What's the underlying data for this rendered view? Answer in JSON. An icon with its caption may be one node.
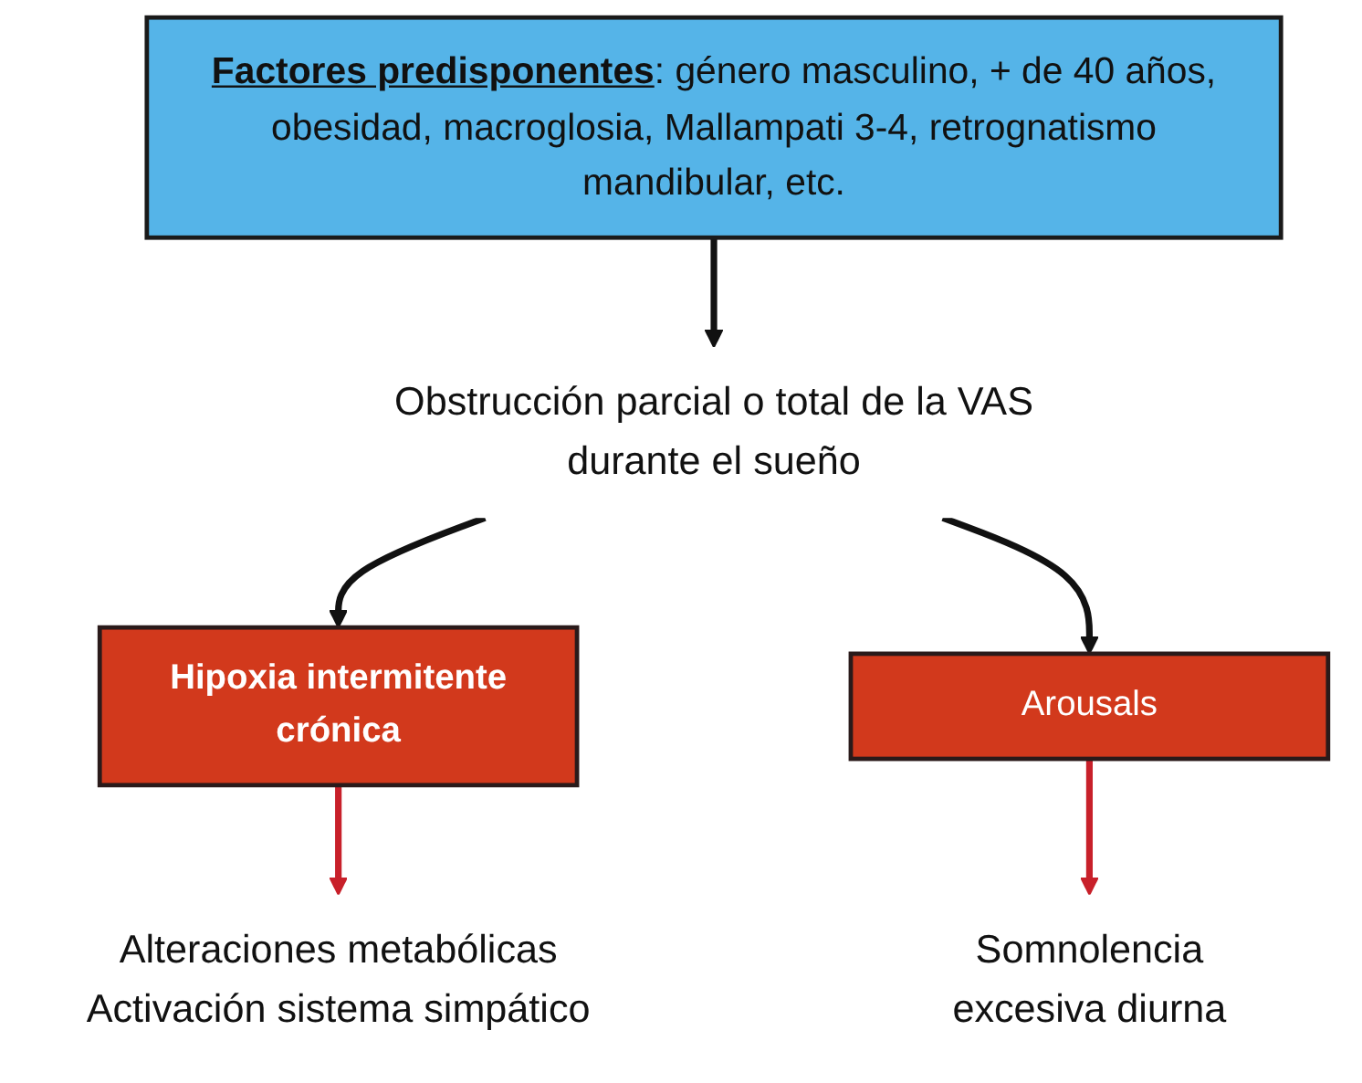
{
  "diagram": {
    "nodes": [
      {
        "text": [
          "**Factores predisponentes**: género masculino, + de 40 años, obesidad, macroglosia, Mallampati 3-4, retrognatismo mandibular, etc."
        ]
      },
      {
        "text": [
          "Obstrucción parcial o total de la VAS durante el sueño"
        ]
      },
      {
        "text": [
          "Hipoxia intermitente crónica"
        ]
      },
      {
        "text": [
          "Arousals"
        ]
      },
      {
        "text": [
          "Alteraciones metabólicas",
          "Activación sistema simpático"
        ]
      },
      {
        "text": [
          "Somnolencia excesiva diurna"
        ]
      }
    ],
    "edges": [
      {
        "from": 0,
        "to": 1,
        "arrow": "to"
      },
      {
        "from": 1,
        "to": 2,
        "arrow": "to"
      },
      {
        "from": 1,
        "to": 3,
        "arrow": "to"
      },
      {
        "from": 2,
        "to": 4,
        "arrow": "to",
        "color": "#c8202a"
      },
      {
        "from": 3,
        "to": 5,
        "arrow": "to",
        "color": "#c8202a"
      }
    ]
  }
}
